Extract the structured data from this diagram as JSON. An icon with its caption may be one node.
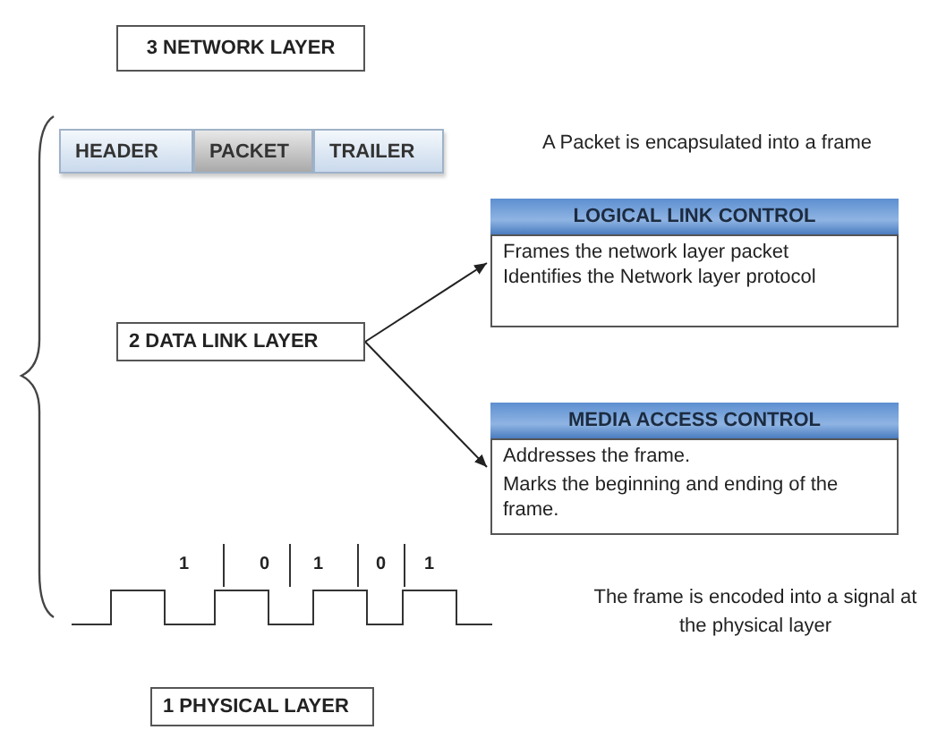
{
  "diagram": {
    "nodes": [
      {
        "text": [
          "3 NETWORK LAYER"
        ]
      },
      {
        "text": [
          "HEADER"
        ]
      },
      {
        "text": [
          "PACKET"
        ]
      },
      {
        "text": [
          "TRAILER"
        ]
      },
      {
        "text": [
          "LOGICAL LINK CONTROL",
          "Frames the network layer packet",
          "Identifies the Network layer protocol"
        ]
      },
      {
        "text": [
          "2 DATA LINK LAYER"
        ]
      },
      {
        "text": [
          "MEDIA ACCESS CONTROL",
          "Addresses the frame.",
          "Marks the beginning and ending of the frame."
        ]
      },
      {
        "text": [
          "1 PHYSICAL LAYER"
        ]
      }
    ],
    "edges": [
      {
        "from": 5,
        "to": 4,
        "arrow": "to"
      },
      {
        "from": 5,
        "to": 6,
        "arrow": "to"
      }
    ],
    "labels": [
      "A Packet is encapsulated into a frame",
      "1",
      "0",
      "1",
      "0",
      "1",
      "The frame is encoded into a signal at the physical layer"
    ]
  }
}
